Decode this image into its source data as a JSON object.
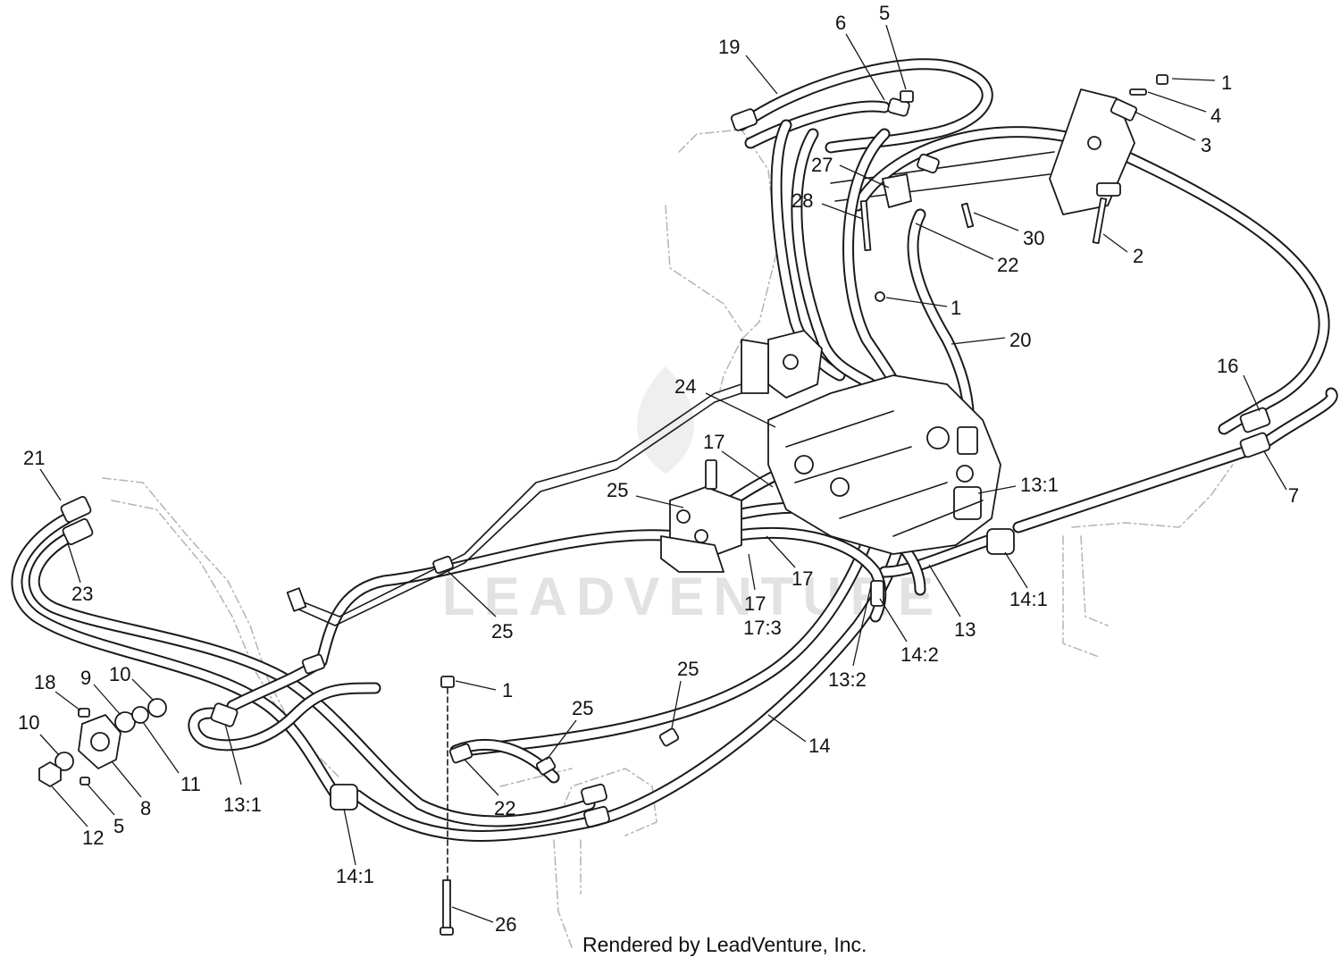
{
  "watermark": "LEADVENTURE",
  "credit": "Rendered by LeadVenture, Inc.",
  "callouts": [
    {
      "label": "1"
    },
    {
      "label": "4"
    },
    {
      "label": "3"
    },
    {
      "label": "2"
    },
    {
      "label": "1"
    },
    {
      "label": "5"
    },
    {
      "label": "6"
    },
    {
      "label": "19"
    },
    {
      "label": "27"
    },
    {
      "label": "28"
    },
    {
      "label": "30"
    },
    {
      "label": "22"
    },
    {
      "label": "20"
    },
    {
      "label": "16"
    },
    {
      "label": "7"
    },
    {
      "label": "24"
    },
    {
      "label": "17"
    },
    {
      "label": "25"
    },
    {
      "label": "13:1"
    },
    {
      "label": "21"
    },
    {
      "label": "23"
    },
    {
      "label": "17"
    },
    {
      "label": "17"
    },
    {
      "label": "17:3"
    },
    {
      "label": "14:1"
    },
    {
      "label": "25"
    },
    {
      "label": "13"
    },
    {
      "label": "14:2"
    },
    {
      "label": "13:2"
    },
    {
      "label": "25"
    },
    {
      "label": "1"
    },
    {
      "label": "18"
    },
    {
      "label": "9"
    },
    {
      "label": "10"
    },
    {
      "label": "10"
    },
    {
      "label": "11"
    },
    {
      "label": "8"
    },
    {
      "label": "12"
    },
    {
      "label": "5"
    },
    {
      "label": "13:1"
    },
    {
      "label": "25"
    },
    {
      "label": "14"
    },
    {
      "label": "22"
    },
    {
      "label": "14:1"
    },
    {
      "label": "26"
    }
  ]
}
